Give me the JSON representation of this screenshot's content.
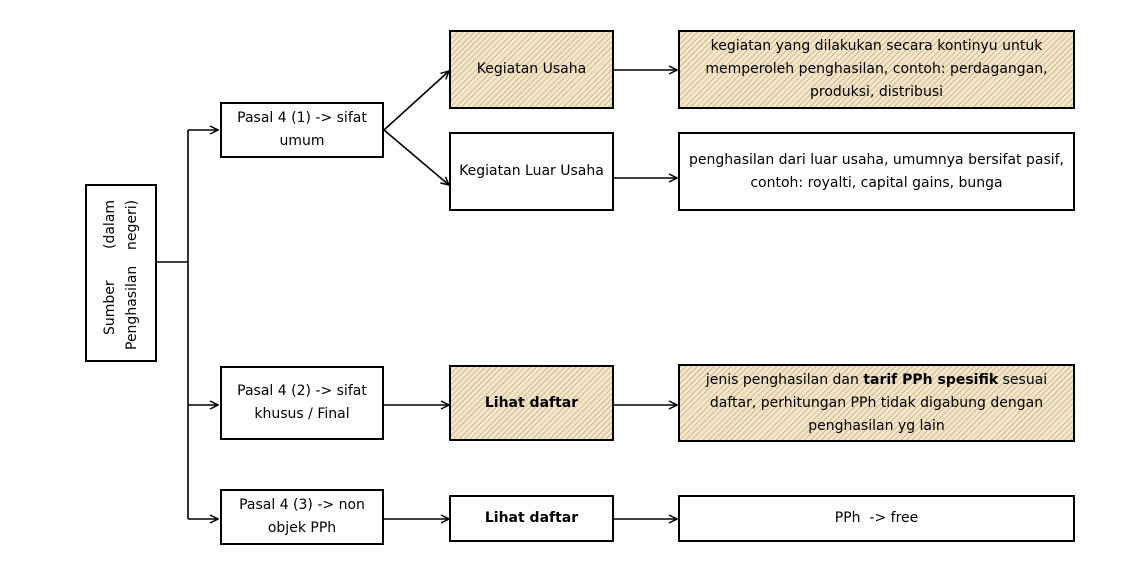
{
  "source": {
    "line1": "Sumber Penghasilan",
    "line2": "(dalam negeri)"
  },
  "rows": [
    {
      "pasal": "Pasal 4 (1) -> sifat umum",
      "branches": [
        {
          "label": "Kegiatan Usaha",
          "description": "kegiatan yang dilakukan secara kontinyu untuk memperoleh penghasilan, contoh: perdagangan, produksi, distribusi"
        },
        {
          "label": "Kegiatan Luar Usaha",
          "description": "penghasilan dari luar usaha, umumnya bersifat pasif, contoh: royalti, capital gains, bunga"
        }
      ]
    },
    {
      "pasal": "Pasal 4 (2) -> sifat khusus / Final",
      "label": "Lihat daftar",
      "description": {
        "part1": "jenis penghasilan dan ",
        "bold": "tarif PPh spesifik",
        "part2": " sesuai daftar, perhitungan PPh tidak digabung dengan penghasilan yg lain"
      }
    },
    {
      "pasal": "Pasal 4 (3) -> non objek PPh",
      "label": "Lihat daftar",
      "description": "PPh  -> free"
    }
  ],
  "colors": {
    "highlight_fill": "#f3e6c9",
    "line": "#000000"
  }
}
